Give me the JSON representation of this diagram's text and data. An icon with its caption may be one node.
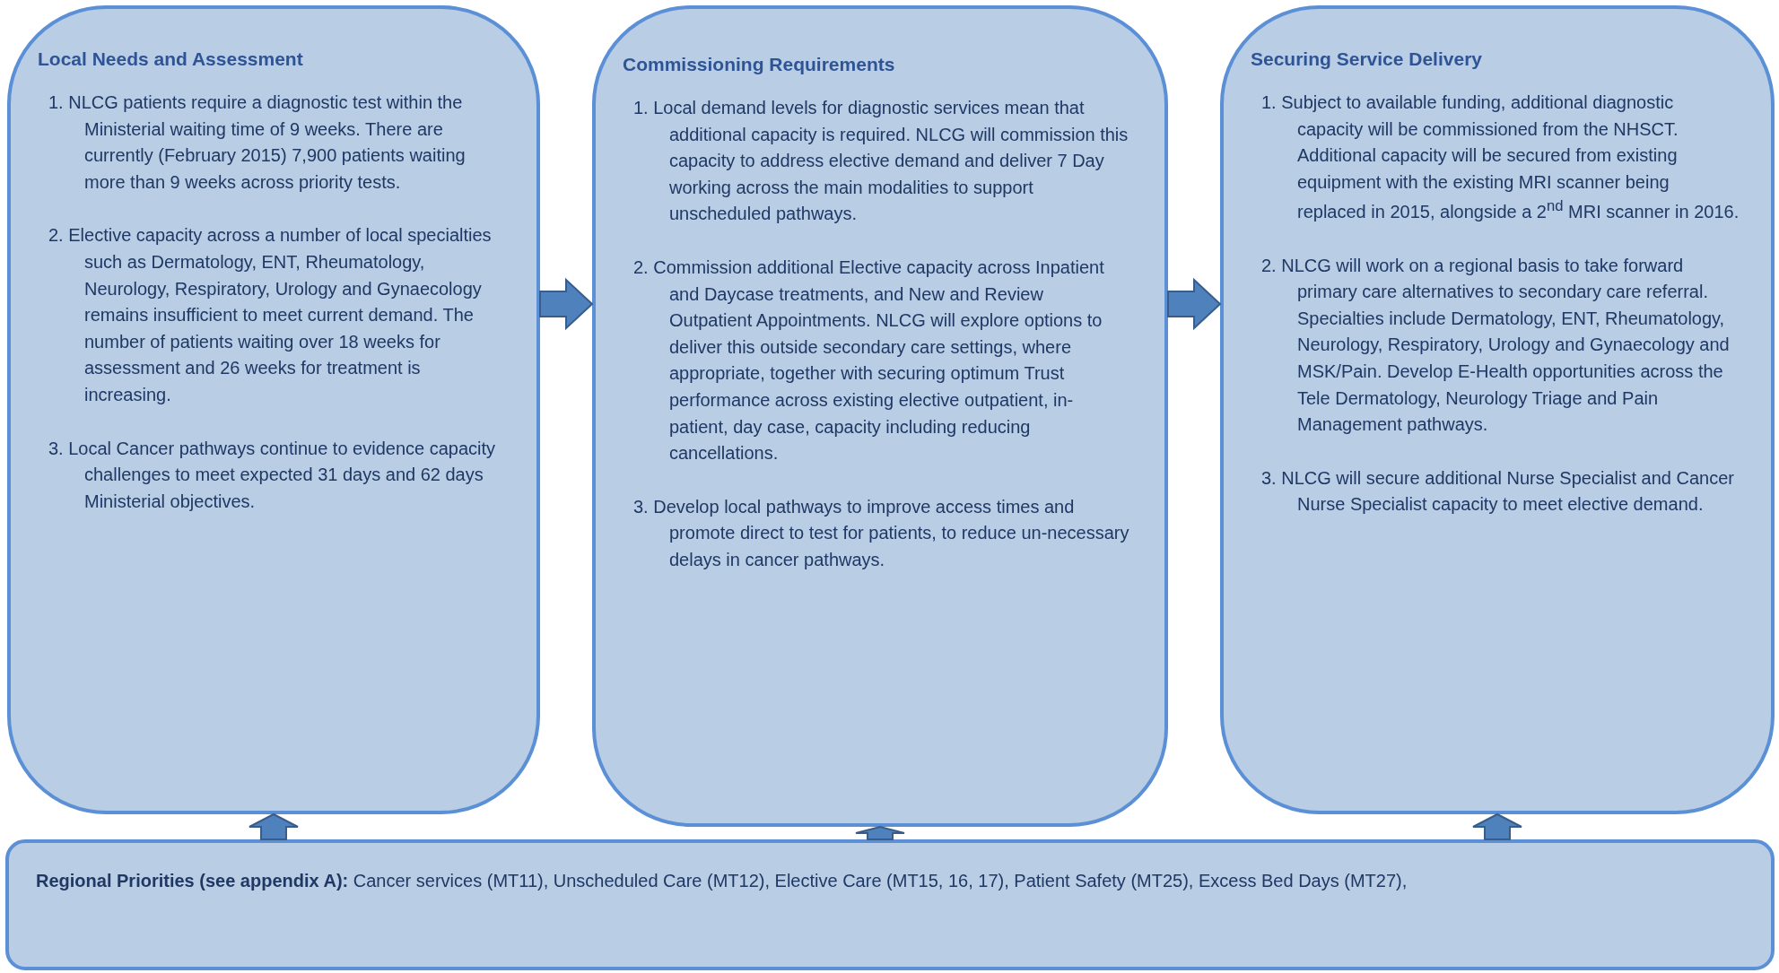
{
  "diagram": {
    "nodes": [
      {
        "text": [
          "Local Needs and Assessment",
          "1. NLCG patients require a diagnostic test within the Ministerial waiting time of 9 weeks. There are currently (February 2015) 7,900 patients waiting more than 9 weeks across priority tests.",
          "2. Elective capacity across a number of local specialties such as Dermatology, ENT, Rheumatology, Neurology, Respiratory, Urology and Gynaecology remains insufficient to meet current demand. The number of patients waiting over 18 weeks for assessment and 26 weeks for treatment is increasing.",
          "3. Local Cancer pathways continue to evidence capacity challenges to meet expected 31 days and 62 days Ministerial objectives."
        ]
      },
      {
        "text": [
          "Commissioning Requirements",
          "1. Local demand levels for diagnostic services mean that additional capacity is required. NLCG will commission this capacity to address elective demand and deliver 7 Day working across the main modalities to support unscheduled pathways.",
          "2. Commission additional Elective capacity across Inpatient and Daycase treatments, and New and Review Outpatient Appointments. NLCG will explore options to deliver this outside secondary care settings, where appropriate, together with securing optimum Trust performance across existing elective outpatient, in-patient, day case, capacity including reducing cancellations.",
          "3. Develop local pathways to improve access times and promote direct to test for patients, to reduce un-necessary delays in cancer pathways."
        ]
      },
      {
        "text": [
          "Securing Service Delivery",
          "1. Subject to available funding, additional diagnostic capacity will be commissioned from the NHSCT. Additional capacity will be secured from existing equipment with the existing MRI scanner being replaced in 2015, alongside a 2$^{nd}$ MRI scanner in 2016.",
          "2. NLCG will work on a regional basis to take forward primary care alternatives to secondary care referral. Specialties include Dermatology, ENT, Rheumatology, Neurology, Respiratory, Urology and Gynaecology and MSK/Pain.  Develop E-Health opportunities across the Tele Dermatology, Neurology Triage and Pain Management pathways.",
          "3. NLCG will secure additional Nurse Specialist and Cancer Nurse Specialist capacity to meet elective demand."
        ]
      },
      {
        "text": [
          "**Regional Priorities (see appendix A):** Cancer services (MT11), Unscheduled Care (MT12), Elective Care (MT15, 16, 17), Patient Safety (MT25), Excess Bed Days (MT27),"
        ]
      }
    ],
    "edges": [
      {
        "from": 0,
        "to": 1,
        "arrow": "to"
      },
      {
        "from": 1,
        "to": 2,
        "arrow": "to"
      },
      {
        "from": 3,
        "to": 0,
        "arrow": "to"
      },
      {
        "from": 3,
        "to": 1,
        "arrow": "to"
      },
      {
        "from": 3,
        "to": 2,
        "arrow": "to"
      }
    ]
  }
}
